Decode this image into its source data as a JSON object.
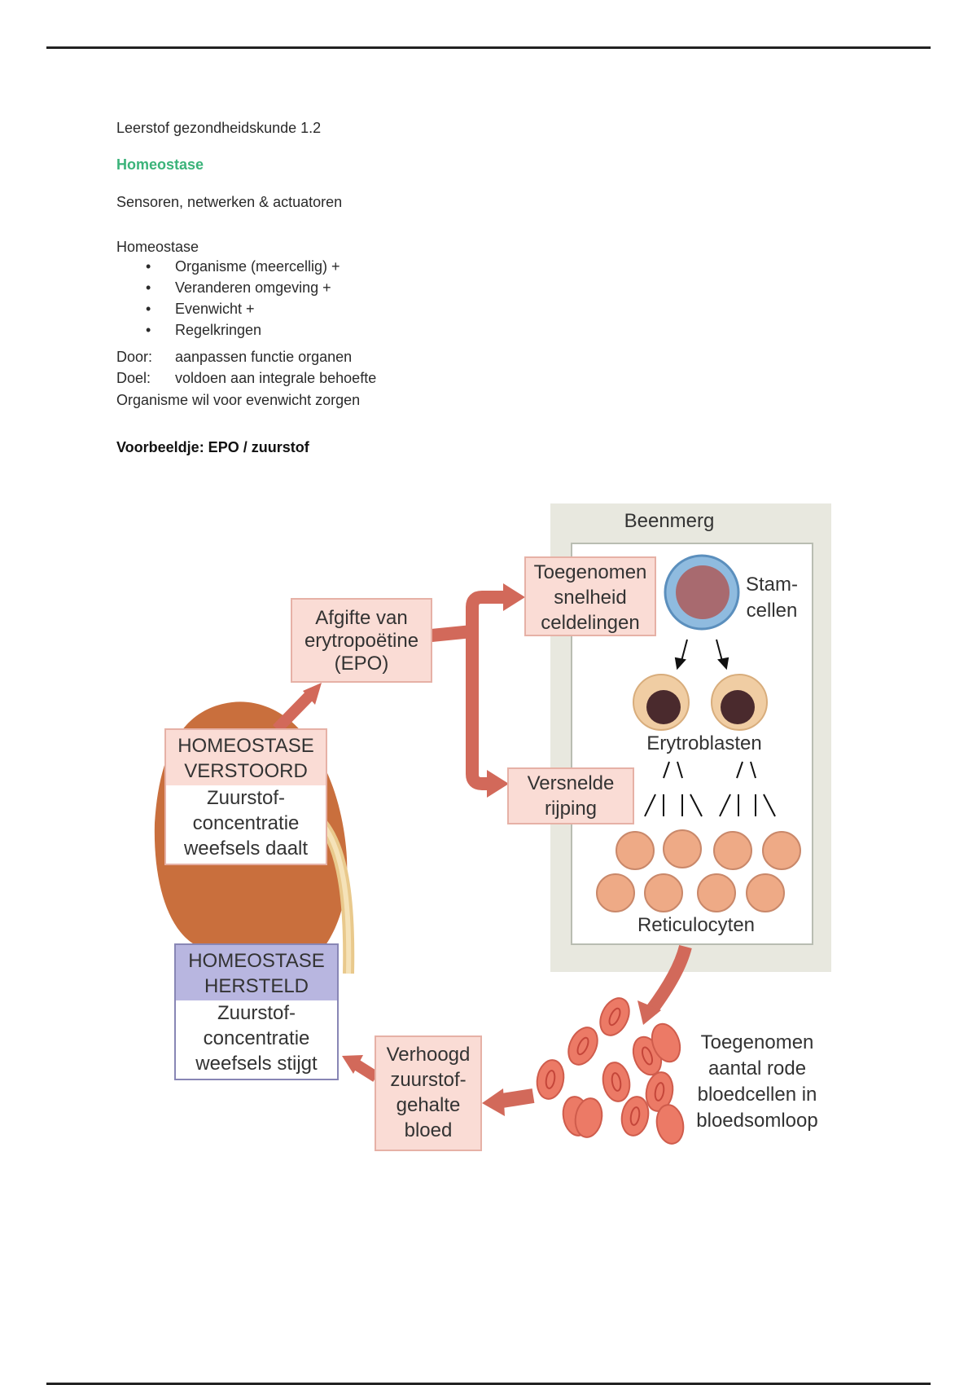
{
  "header": {
    "course_title": "Leerstof gezondheidskunde 1.2",
    "section_heading": "Homeostase",
    "subheading": "Sensoren, netwerken & actuatoren"
  },
  "homeostase": {
    "title": "Homeostase",
    "bullets": [
      "Organisme (meercellig) +",
      "Veranderen omgeving +",
      "Evenwicht +",
      "Regelkringen"
    ],
    "door_label": "Door:",
    "door_value": "aanpassen functie organen",
    "doel_label": "Doel:",
    "doel_value": "voldoen aan integrale behoefte",
    "summary": "Organisme wil voor evenwicht zorgen"
  },
  "example_heading": "Voorbeeldje: EPO / zuurstof",
  "diagram": {
    "colors": {
      "arrow": "#d2695a",
      "box_pink": "#fadcd5",
      "box_purple": "#b8b6e0",
      "bone_marrow_bg": "#e8e8df",
      "kidney": "#c96f3d"
    },
    "beenmerg_title": "Beenmerg",
    "disturbed": {
      "head_line1": "HOMEOSTASE",
      "head_line2": "VERSTOORD",
      "body_line1": "Zuurstof-",
      "body_line2": "concentratie",
      "body_line3": "weefsels daalt"
    },
    "restored": {
      "head_line1": "HOMEOSTASE",
      "head_line2": "HERSTELD",
      "body_line1": "Zuurstof-",
      "body_line2": "concentratie",
      "body_line3": "weefsels stijgt"
    },
    "epo": {
      "line1": "Afgifte van",
      "line2": "erytropoëtine",
      "line3": "(EPO)"
    },
    "division": {
      "line1": "Toegenomen",
      "line2": "snelheid",
      "line3": "celdelingen"
    },
    "maturation": {
      "line1": "Versnelde",
      "line2": "rijping"
    },
    "oxygen_blood": {
      "line1": "Verhoogd",
      "line2": "zuurstof-",
      "line3": "gehalte",
      "line4": "bloed"
    },
    "stem_cells": {
      "line1": "Stam-",
      "line2": "cellen"
    },
    "erythroblasts": "Erytroblasten",
    "reticulocytes": "Reticulocyten",
    "rbc_label": {
      "line1": "Toegenomen",
      "line2": "aantal rode",
      "line3": "bloedcellen in",
      "line4": "bloedsomloop"
    }
  }
}
